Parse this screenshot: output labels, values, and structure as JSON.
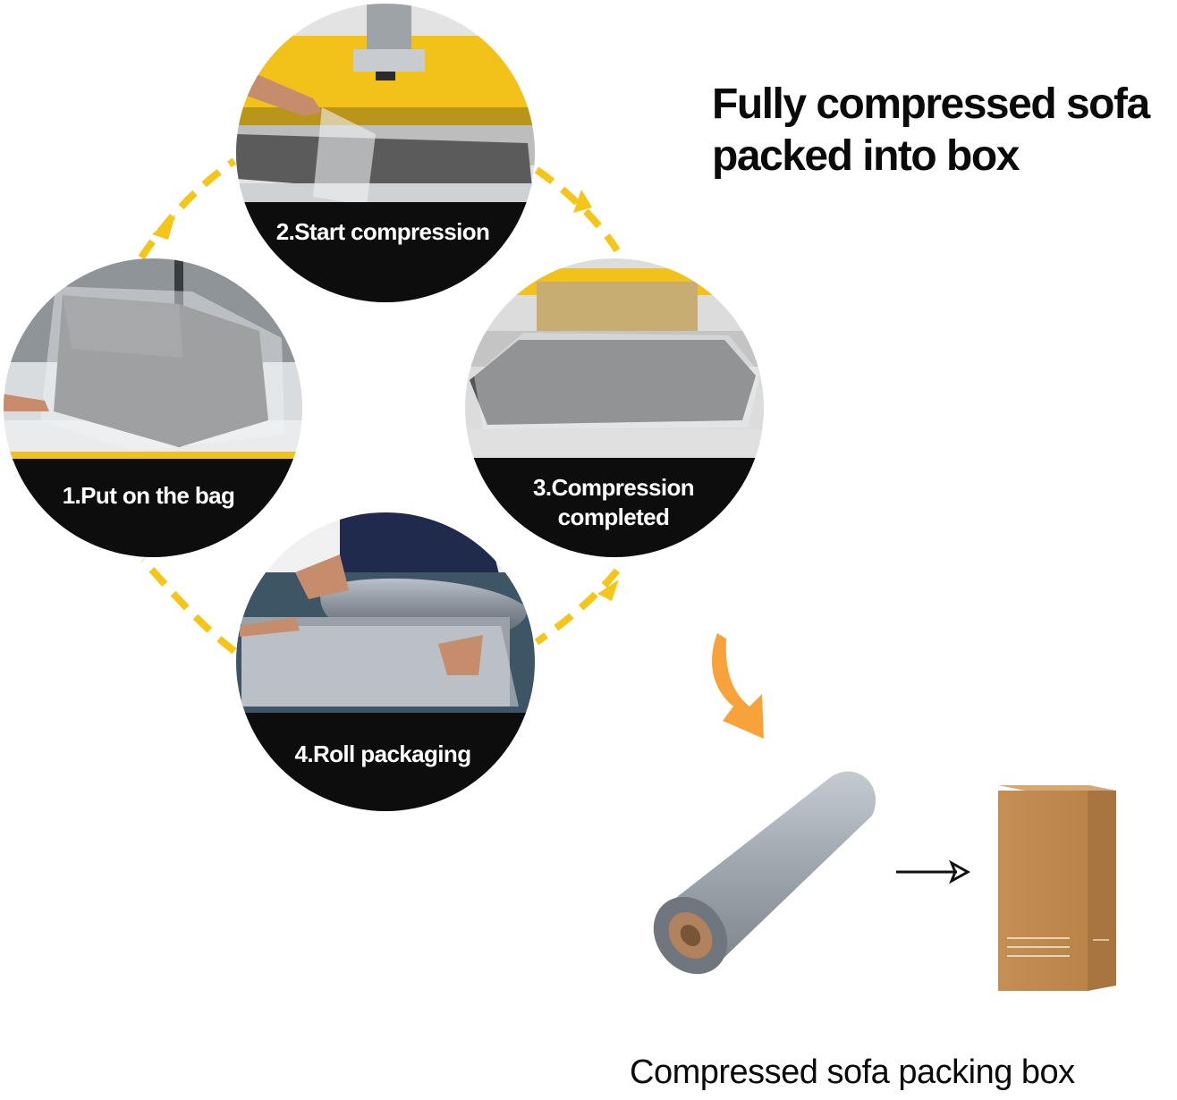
{
  "headline": {
    "line1": "Fully compressed sofa",
    "line2": "packed into box"
  },
  "steps": [
    {
      "id": "put-on-bag",
      "lines": [
        "1.Put on the bag"
      ]
    },
    {
      "id": "start-compression",
      "lines": [
        "2.Start compression"
      ]
    },
    {
      "id": "compression-completed",
      "lines": [
        "3.Compression",
        "completed"
      ]
    },
    {
      "id": "roll-packaging",
      "lines": [
        "4.Roll packaging"
      ]
    }
  ],
  "caption": "Compressed sofa packing box",
  "colors": {
    "cycle_arrow": "#f5c518",
    "down_arrow": "#f7a23b",
    "label_panel": "#0d0d0d",
    "machine_yellow": "#f2c21a",
    "foam_gray": "#5e5e5e",
    "box_kraft": "#c8955c"
  },
  "icons": {
    "cycle": "dashed-arrow-icon",
    "down": "curved-arrow-icon",
    "next": "right-arrow-icon"
  }
}
